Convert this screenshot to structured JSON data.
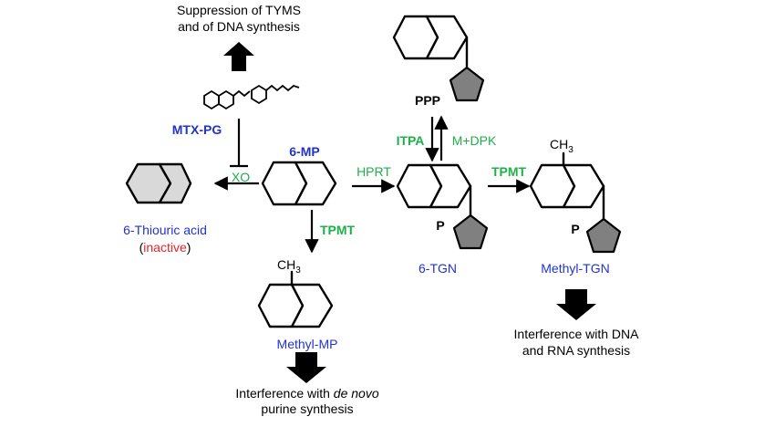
{
  "colors": {
    "blue": "#2233cc",
    "green": "#1db04a",
    "red": "#e3262b",
    "black": "#000000",
    "grey_fill": "#d9d9d9",
    "dark_grey": "#808080"
  },
  "labels": {
    "suppression_line1": "Suppression of TYMS",
    "suppression_line2": "and of DNA synthesis",
    "mtx_pg": "MTX-PG",
    "xo": "XO",
    "six_mp": "6-MP",
    "hprt": "HPRT",
    "itpa": "ITPA",
    "m_dpk": "M+DPK",
    "ppp": "PPP",
    "tpmt_right": "TPMT",
    "tpmt_down": "TPMT",
    "ch3_methyl_tgn": "CH",
    "ch3_methyl_tgn_sub": "3",
    "ch3_methyl_mp": "CH",
    "ch3_methyl_mp_sub": "3",
    "p_6tgn": "P",
    "p_methyl_tgn": "P",
    "thiouric_acid": "6-Thiouric acid",
    "inactive_open": "(",
    "inactive": "inactive",
    "inactive_close": ")",
    "six_tgn": "6-TGN",
    "methyl_tgn": "Methyl-TGN",
    "methyl_mp": "Methyl-MP",
    "interf_dna_rna_line1": "Interference with DNA",
    "interf_dna_rna_line2": "and RNA synthesis",
    "interf_purine_line1_prefix": "Interference with ",
    "interf_purine_line1_italic": "de novo",
    "interf_purine_line2": "purine synthesis"
  }
}
